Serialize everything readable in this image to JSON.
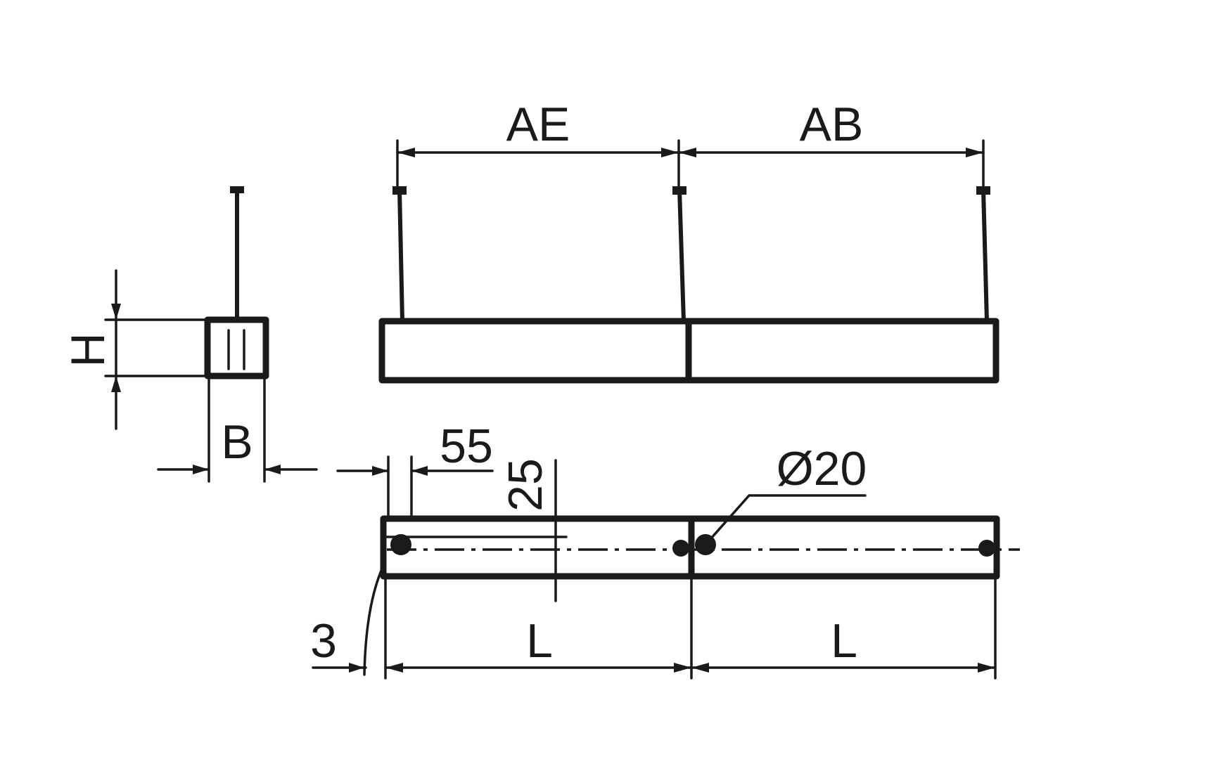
{
  "labels": {
    "ae": "AE",
    "ab": "AB",
    "h": "H",
    "b": "B",
    "dim_55": "55",
    "dim_25": "25",
    "dia_20": "Ø20",
    "dim_3": "3",
    "l_left": "L",
    "l_right": "L"
  },
  "colors": {
    "line": "#1a1a1a",
    "background": "#ffffff"
  }
}
